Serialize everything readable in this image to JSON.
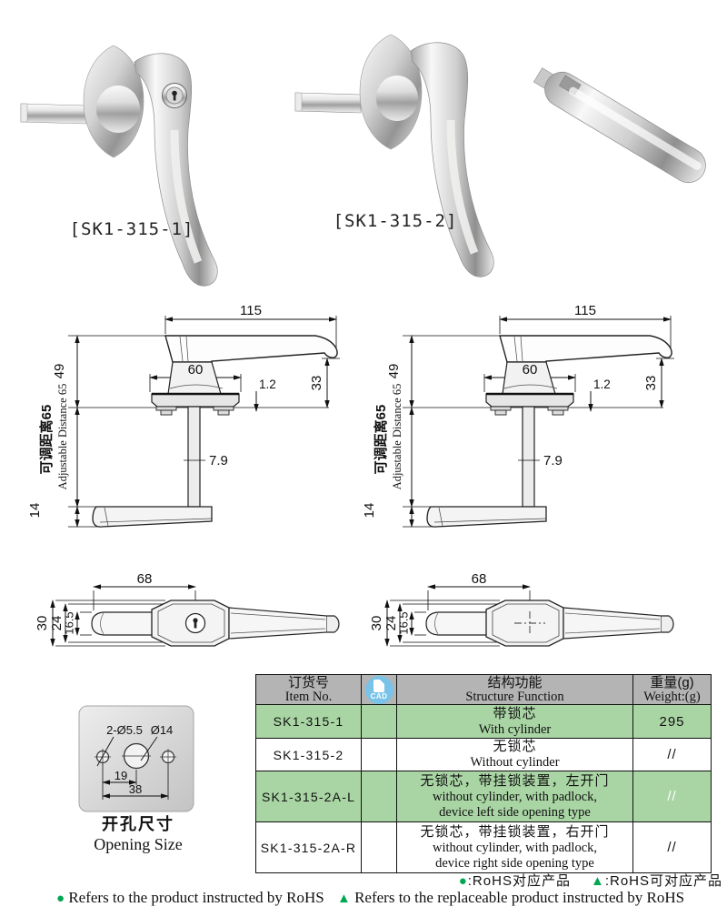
{
  "photos": {
    "label1": "[SK1-315-1]",
    "label2": "[SK1-315-2]"
  },
  "front_view": {
    "w115": "115",
    "w60": "60",
    "h33": "33",
    "lip": "1.2",
    "shaft": "7.9",
    "h49": "49",
    "adj_cn": "可调距离65",
    "adj_en": "Adjustable Distance 65",
    "h14": "14"
  },
  "top_view": {
    "l68": "68",
    "h30": "30",
    "h24": "24",
    "h165": "16.5"
  },
  "opening": {
    "holes": "2-Ø5.5",
    "center": "Ø14",
    "p19": "19",
    "p38": "38",
    "cap_cn": "开孔尺寸",
    "cap_en": "Opening Size"
  },
  "table": {
    "header": {
      "item_cn": "订货号",
      "item_en": "Item No.",
      "cad_label": "CAD",
      "function_cn": "结构功能",
      "function_en": "Structure Function",
      "weight_cn": "重量(g)",
      "weight_en": "Weight:(g)"
    },
    "rows": [
      {
        "item": "SK1-315-1",
        "func_cn": "带锁芯",
        "func_en": "With cylinder",
        "weight": "295"
      },
      {
        "item": "SK1-315-2",
        "func_cn": "无锁芯",
        "func_en": "Without cylinder",
        "weight": "//"
      },
      {
        "item": "SK1-315-2A-L",
        "func_cn": "无锁芯，带挂锁装置，左开门",
        "func_en": "without cylinder, with padlock, device left side opening type",
        "weight": "//"
      },
      {
        "item": "SK1-315-2A-R",
        "func_cn": "无锁芯，带挂锁装置，右开门",
        "func_en": "without cylinder, with padlock, device right side opening type",
        "weight": "//"
      }
    ]
  },
  "footer": {
    "dot": "●",
    "tri": "▲",
    "cn_dot": ":RoHS对应产品",
    "cn_tri": ":RoHS可对应产品",
    "en_dot": "Refers to the product instructed by RoHS",
    "en_tri": "Refers to the replaceable product instructed by RoHS"
  },
  "colors": {
    "row_green": "#a9d5a4",
    "header_gray": "#b4b4b4",
    "cad_blue": "#79c3e8",
    "rohs_green": "#00a651"
  }
}
